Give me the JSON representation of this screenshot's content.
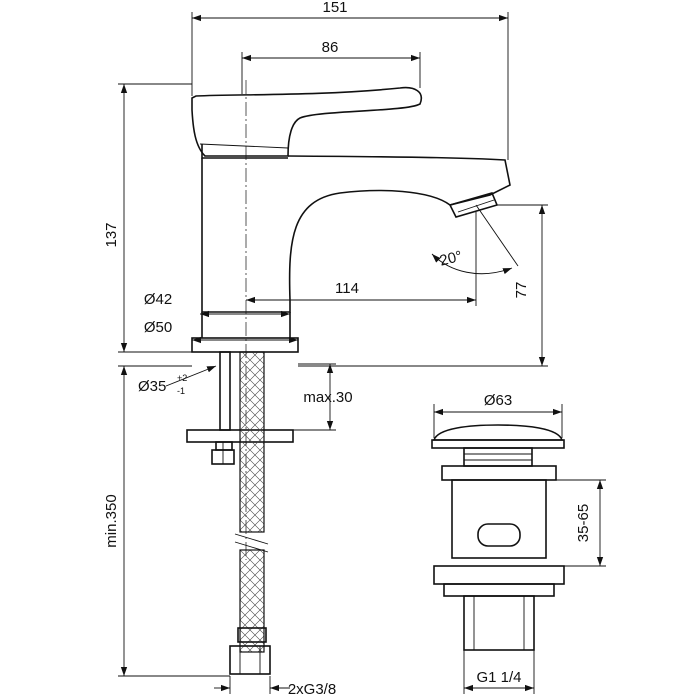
{
  "dimensions": {
    "total_width": "151",
    "handle_width": "86",
    "height_total": "137",
    "spout_reach": "114",
    "spout_height": "77",
    "spray_angle": "20°",
    "base_inner_dia": "Ø42",
    "base_outer_dia": "Ø50",
    "hole_dia": "Ø35",
    "hole_tol_plus": "+2",
    "hole_tol_minus": "-1",
    "max_thickness": "max.30",
    "hose_length": "min.350",
    "hose_connection": "2xG3/8",
    "waste_dia": "Ø63",
    "waste_range": "35-65",
    "waste_thread": "G1 1/4"
  }
}
